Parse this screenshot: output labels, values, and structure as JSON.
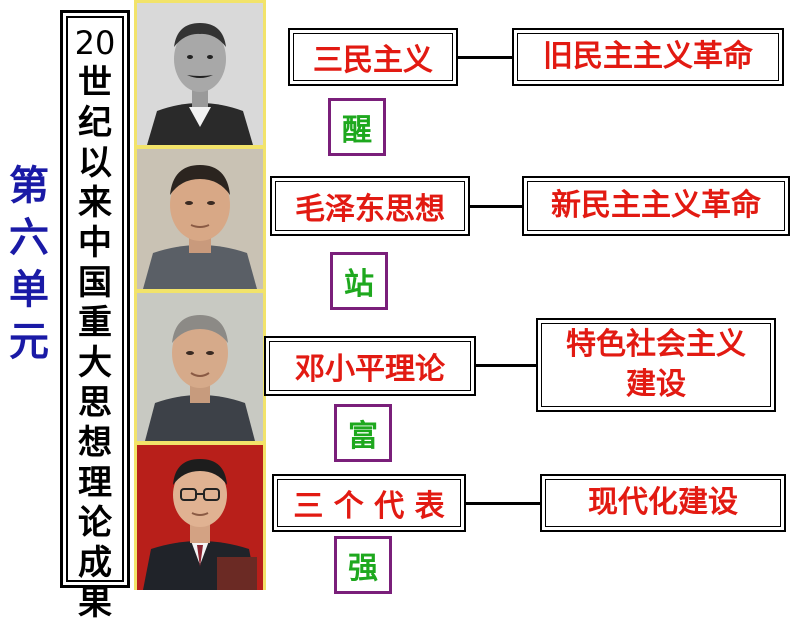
{
  "unit_label": [
    "第",
    "六",
    "单",
    "元"
  ],
  "title": {
    "number": "20",
    "chars": [
      "世",
      "纪",
      "以",
      "来",
      "中",
      "国",
      "重",
      "大",
      "思",
      "想",
      "理",
      "论",
      "成",
      "果"
    ]
  },
  "rows": [
    {
      "leader": "三民主义",
      "key": "醒",
      "result_line1": "旧民主主义革命",
      "result_line2": ""
    },
    {
      "leader": "毛泽东思想",
      "key": "站",
      "result_line1": "新民主主义革命",
      "result_line2": ""
    },
    {
      "leader": "邓小平理论",
      "key": "富",
      "result_line1": "特色社会主义",
      "result_line2": "建设"
    },
    {
      "leader": "三 个 代 表",
      "key": "强",
      "result_line1": "现代化建设",
      "result_line2": ""
    }
  ],
  "colors": {
    "leader_text": "#e21a12",
    "key_text": "#1ea81e",
    "key_border": "#7a1f7a",
    "unit_label": "#1a1aa6",
    "photo_frame": "#f2e36a"
  }
}
